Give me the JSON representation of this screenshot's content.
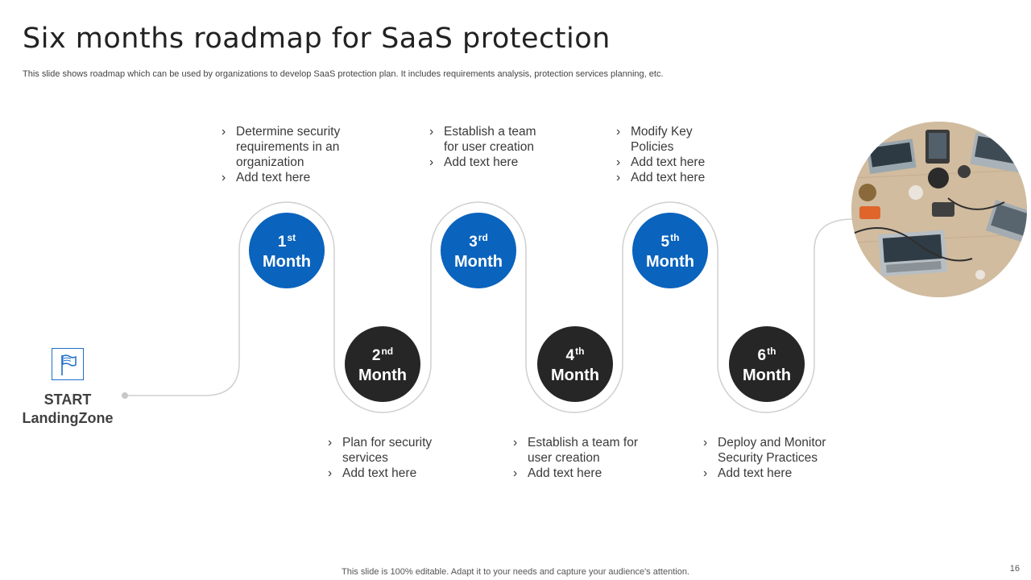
{
  "slide": {
    "title": "Six months roadmap for SaaS protection",
    "subtitle": "This slide shows roadmap which can be used by organizations  to develop SaaS protection plan. It includes requirements analysis, protection services planning, etc.",
    "footer": "This slide is 100% editable. Adapt it to your needs and capture your audience's attention.",
    "page_number": "16"
  },
  "start": {
    "line1": "START",
    "line2": "LandingZone",
    "icon": "flag-icon"
  },
  "months": [
    {
      "num": "1",
      "suffix": "st",
      "word": "Month",
      "color": "#0a63bd",
      "bullets": [
        "Determine security requirements in an organization",
        "Add text here"
      ]
    },
    {
      "num": "2",
      "suffix": "nd",
      "word": "Month",
      "color": "#262626",
      "bullets": [
        "Plan for security services",
        "Add text here"
      ]
    },
    {
      "num": "3",
      "suffix": "rd",
      "word": "Month",
      "color": "#0a63bd",
      "bullets": [
        "Establish a team for user creation",
        "Add text here"
      ]
    },
    {
      "num": "4",
      "suffix": "th",
      "word": "Month",
      "color": "#262626",
      "bullets": [
        "Establish a team for user creation",
        "Add text here"
      ]
    },
    {
      "num": "5",
      "suffix": "th",
      "word": "Month",
      "color": "#0a63bd",
      "bullets": [
        "Modify Key Policies",
        "Add text here",
        "Add text here"
      ]
    },
    {
      "num": "6",
      "suffix": "th",
      "word": "Month",
      "color": "#262626",
      "bullets": [
        "Deploy and Monitor Security Practices",
        "Add text here"
      ]
    }
  ],
  "photo_icon": "workspace-desk-photo"
}
